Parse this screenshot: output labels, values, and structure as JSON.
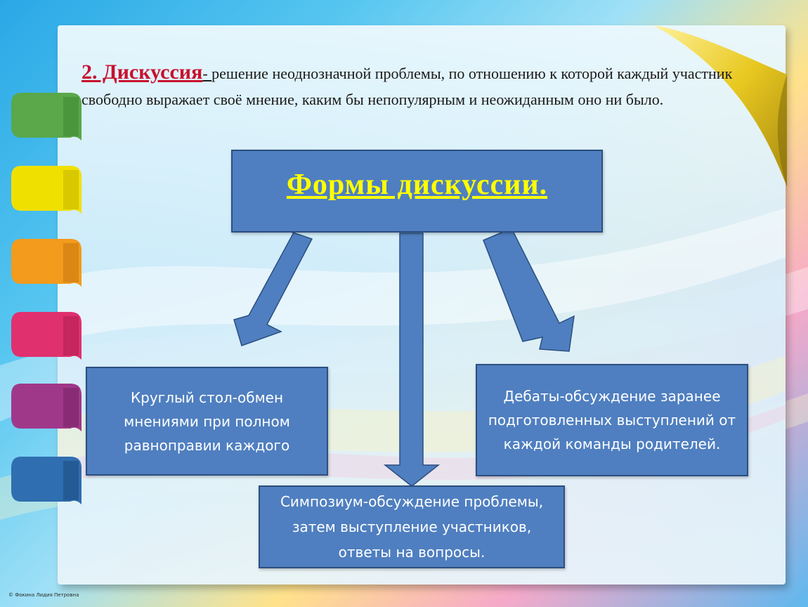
{
  "intro": {
    "term": "2. Дискуссия",
    "dash": "- ",
    "definition": " решение неоднозначной проблемы, по отношению к которой каждый участник свободно выражает своё мнение, каким бы непопулярным и неожиданным оно ни было."
  },
  "diagram": {
    "title": "Формы дискуссии.",
    "left": "Круглый стол-обмен мнениями при полном равноправии каждого",
    "right": "Дебаты-обсуждение заранее подготовленных выступлений от каждой команды родителей.",
    "bottom": "Симпозиум-обсуждение проблемы, затем выступление участников, ответы на вопросы."
  },
  "copyright": "© Фокина Лидия Петровна",
  "colors": {
    "box_fill": "#4f7fc0",
    "box_border": "#2b4f80",
    "title_text": "#ffff00",
    "term_text": "#c8102e",
    "tabs": [
      "#5aa84a",
      "#f0e000",
      "#f29b1c",
      "#e0306e",
      "#a0388a",
      "#2f6eb0"
    ]
  }
}
